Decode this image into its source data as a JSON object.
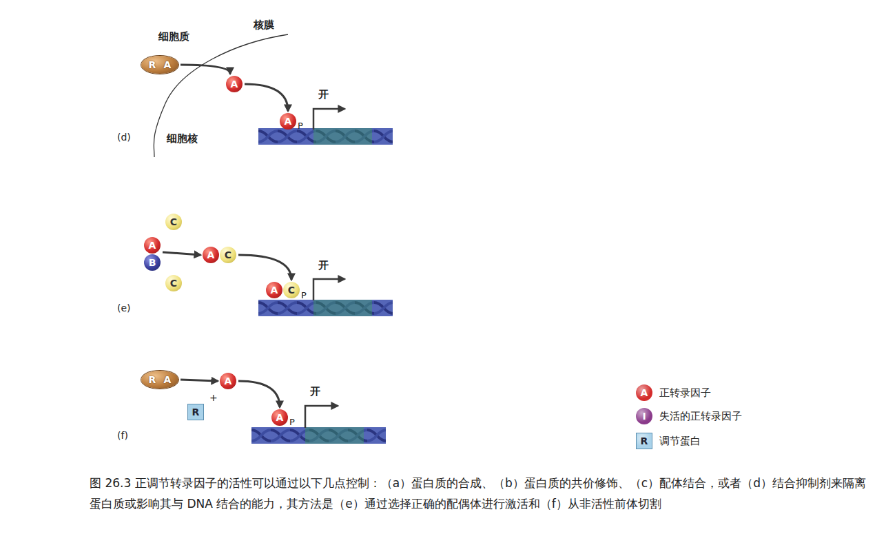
{
  "diagram": {
    "caption": "图 26.3  正调节转录因子的活性可以通过以下几点控制：（a）蛋白质的合成、（b）蛋白质的共价修饰、（c）配体结合，或者（d）结合抑制剂来隔离蛋白质或影响其与 DNA 结合的能力，其方法是（e）通过选择正确的配偶体进行激活和（f）从非活性前体切割",
    "nodes": [
      {
        "text": [
          "R",
          "A"
        ]
      },
      {
        "text": [
          "A"
        ]
      },
      {
        "text": [
          "A"
        ]
      },
      {
        "text": [
          "C"
        ]
      },
      {
        "text": [
          "A"
        ]
      },
      {
        "text": [
          "B"
        ]
      },
      {
        "text": [
          "C"
        ]
      },
      {
        "text": [
          "A"
        ]
      },
      {
        "text": [
          "C"
        ]
      },
      {
        "text": [
          "A"
        ]
      },
      {
        "text": [
          "C"
        ]
      },
      {
        "text": [
          "R",
          "A"
        ]
      },
      {
        "text": [
          "A"
        ]
      },
      {
        "text": [
          "R"
        ]
      },
      {
        "text": [
          "A"
        ]
      }
    ],
    "edges": [
      {
        "from": 0,
        "to": 1,
        "arrow": "to"
      },
      {
        "from": 1,
        "to": 2,
        "arrow": "to"
      },
      {
        "from": 4,
        "to": 7,
        "arrow": "to"
      },
      {
        "from": 8,
        "to": 10,
        "arrow": "to"
      },
      {
        "from": 11,
        "to": 12,
        "arrow": "to"
      },
      {
        "from": 12,
        "to": 14,
        "arrow": "to"
      }
    ],
    "labels": [
      "细胞质",
      "核膜",
      "(d)",
      "细胞核",
      "开",
      "P",
      "(e)",
      "开",
      "P",
      "+",
      "(f)",
      "开",
      "P",
      "A",
      "I",
      "R"
    ],
    "legend": [
      {
        "text": "正转录因子",
        "color": "#d42b2b"
      },
      {
        "text": "失活的正转录因子",
        "color": "#8a3a8a"
      },
      {
        "text": "调节蛋白",
        "color": "#a9d2ea"
      }
    ]
  }
}
